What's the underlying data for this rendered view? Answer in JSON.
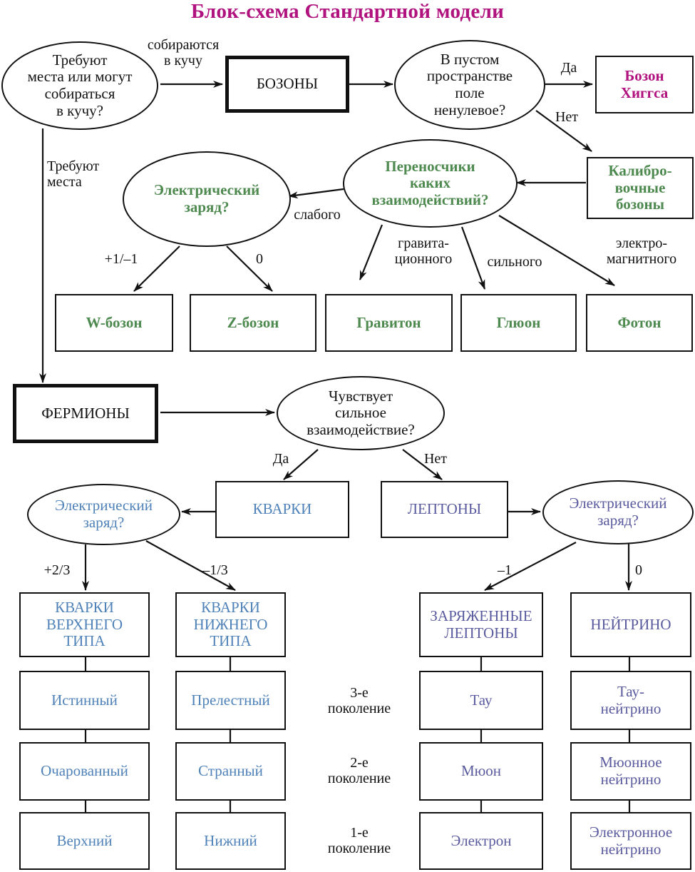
{
  "title": "Блок-схема Стандартной модели",
  "nodes": {
    "root_q": "Требуют\nместа или могут\nсобираться\nв кучу?",
    "bosons": "БОЗОНЫ",
    "vacuum_q": "В пустом\nпространстве\nполе\nненулевое?",
    "higgs": "Бозон\nХиггса",
    "gauge": "Калибро-\nвочные\nбозоны",
    "carrier_q": "Переносчики\nкаких\nвзаимодействий?",
    "weak_charge_q": "Электрический\nзаряд?",
    "w_boson": "W-бозон",
    "z_boson": "Z-бозон",
    "graviton": "Гравитон",
    "gluon": "Глюон",
    "photon": "Фотон",
    "fermions": "ФЕРМИОНЫ",
    "strong_q": "Чувствует\nсильное\nвзаимодействие?",
    "quarks": "КВАРКИ",
    "leptons": "ЛЕПТОНЫ",
    "quark_charge_q": "Электрический\nзаряд?",
    "lepton_charge_q": "Электрический\nзаряд?",
    "up_type": "КВАРКИ\nВЕРХНЕГО\nТИПА",
    "down_type": "КВАРКИ\nНИЖНЕГО\nТИПА",
    "charged_leptons": "ЗАРЯЖЕННЫЕ\nЛЕПТОНЫ",
    "neutrinos": "НЕЙТРИНО",
    "top": "Истинный",
    "bottom": "Прелестный",
    "tau": "Тау",
    "tau_nu": "Тау-\nнейтрино",
    "charm": "Очарованный",
    "strange": "Странный",
    "muon": "Мюон",
    "muon_nu": "Мюонное\nнейтрино",
    "up": "Верхний",
    "down": "Нижний",
    "electron": "Электрон",
    "electron_nu": "Электронное\nнейтрино"
  },
  "edge_labels": {
    "clump": "собираются\nв кучу",
    "need_space": "Требуют\nместа",
    "yes_top": "Да",
    "no_top": "Нет",
    "weak": "слабого",
    "plus_minus_one": "+1/–1",
    "zero_weak": "0",
    "gravitational": "гравита-\nционного",
    "strong": "сильного",
    "electromagnetic": "электро-\nмагнитного",
    "yes_bottom": "Да",
    "no_bottom": "Нет",
    "plus_two_thirds": "+2/3",
    "minus_one_third": "–1/3",
    "minus_one": "–1",
    "zero_lepton": "0",
    "gen3": "3-е\nпоколение",
    "gen2": "2-е\nпоколение",
    "gen1": "1-е\nпоколение"
  },
  "colors": {
    "title": "#b0127e",
    "higgs": "#b0127e",
    "force_carriers": "#4e8a4f",
    "quarks": "#4f82b8",
    "leptons": "#5a5a9e",
    "line": "#111111"
  }
}
